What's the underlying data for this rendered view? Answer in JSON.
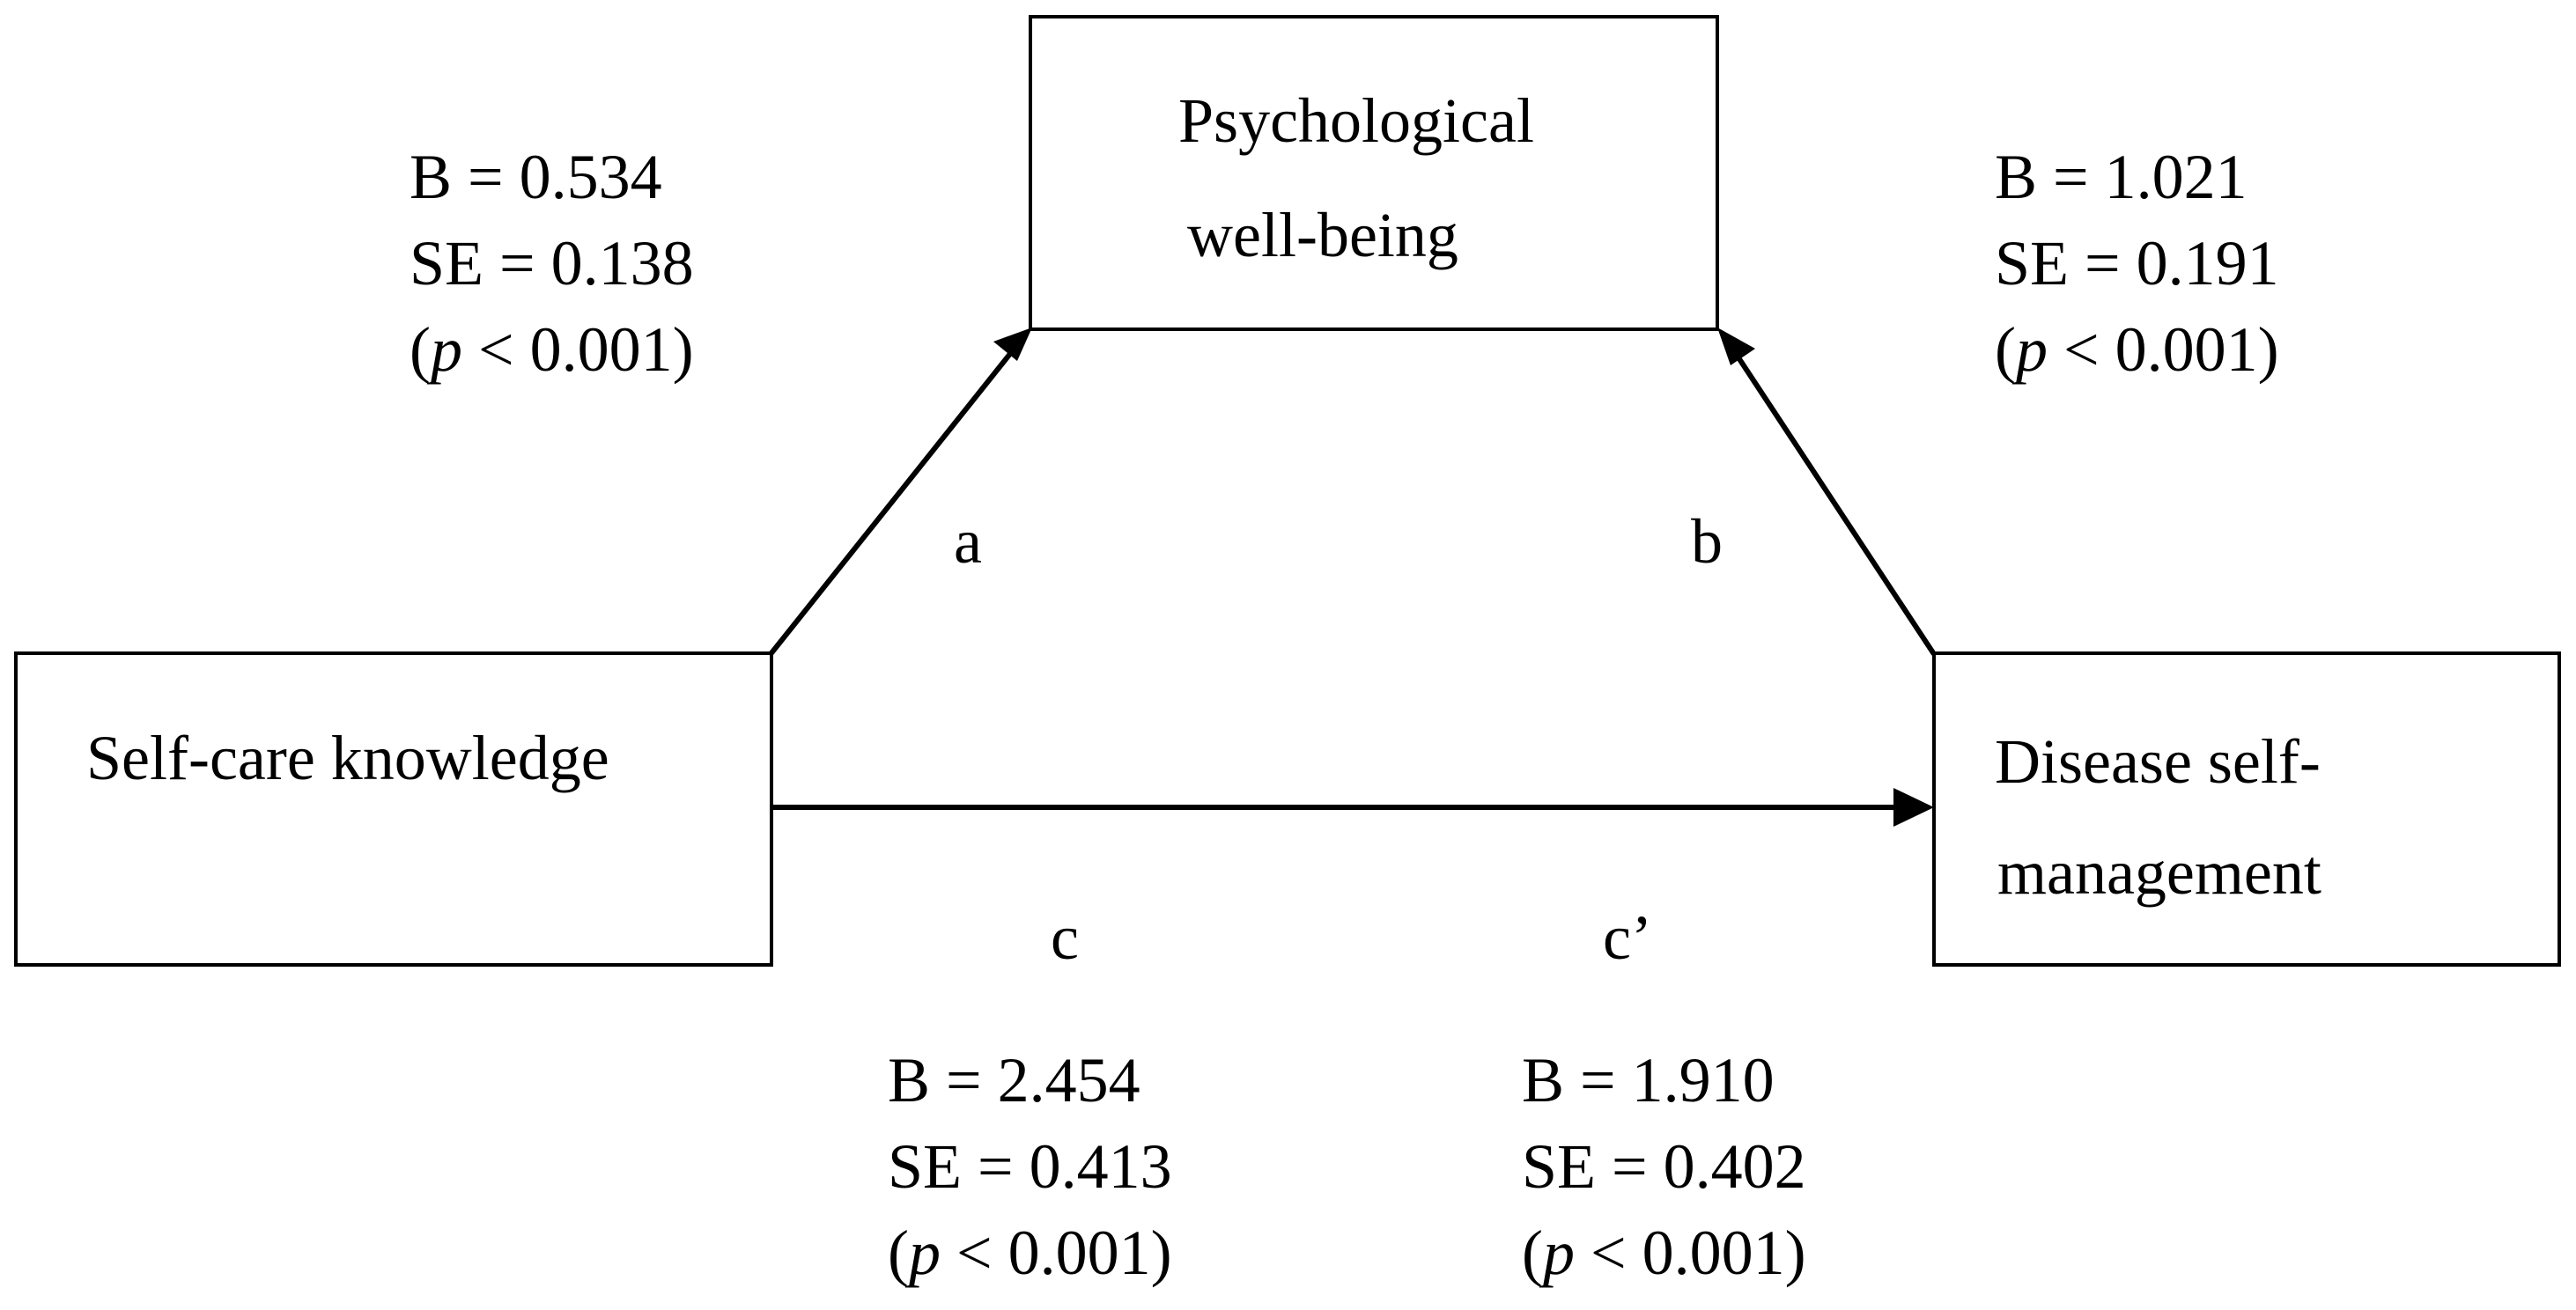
{
  "nodes": {
    "mediator": {
      "line1": "Psychological",
      "line2": "well-being"
    },
    "predictor": {
      "label": "Self-care knowledge"
    },
    "outcome": {
      "line1": "Disease self-",
      "line2": "management"
    }
  },
  "paths": {
    "a": {
      "label": "a",
      "b_line": "B = 0.534",
      "se_line": "SE = 0.138",
      "p_open": "(",
      "p_symbol": "p",
      "p_rest": " < 0.001)"
    },
    "b": {
      "label": "b",
      "b_line": "B = 1.021",
      "se_line": "SE = 0.191",
      "p_open": "(",
      "p_symbol": "p",
      "p_rest": " < 0.001)"
    },
    "c": {
      "label": "c",
      "b_line": "B = 2.454",
      "se_line": "SE = 0.413",
      "p_open": "(",
      "p_symbol": "p",
      "p_rest": " < 0.001)"
    },
    "c_prime": {
      "label": "c’",
      "b_line": "B = 1.910",
      "se_line": "SE = 0.402",
      "p_open": "(",
      "p_symbol": "p",
      "p_rest": " < 0.001)"
    }
  },
  "colors": {
    "stroke": "#000000",
    "background": "#ffffff"
  }
}
